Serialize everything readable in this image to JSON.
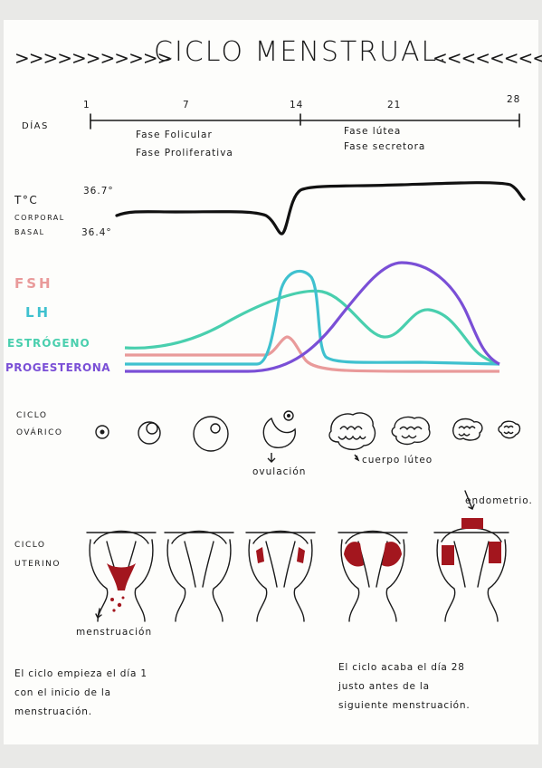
{
  "title": "CICLO MENSTRUAL.",
  "title_left_deco": ">>>>>>>>>>>",
  "title_right_deco": "<<<<<<<<",
  "timeline": {
    "label": "DÍAS",
    "ticks": [
      "1",
      "7",
      "14",
      "21",
      "28"
    ],
    "phase_follicular": [
      "Fase Folicular",
      "Fase Proliferativa"
    ],
    "phase_luteal": [
      "Fase lútea",
      "Fase secretora"
    ]
  },
  "temperature": {
    "label": [
      "T°C",
      "CORPORAL",
      "BASAL"
    ],
    "high": "36.7°",
    "low": "36.4°"
  },
  "hormones": {
    "fsh": {
      "label": "FSH",
      "color": "#e99a9a"
    },
    "lh": {
      "label": "LH",
      "color": "#3fc1cf"
    },
    "estrogen": {
      "label": "ESTRÓGENO",
      "color": "#49cfae"
    },
    "progesterone": {
      "label": "PROGESTERONA",
      "color": "#7a4fd6"
    }
  },
  "ovarian": {
    "label": [
      "CICLO",
      "OVÁRICO"
    ],
    "ovulation": "ovulación",
    "corpus": "cuerpo lúteo"
  },
  "uterine": {
    "label": [
      "CICLO",
      "UTERINO"
    ],
    "menstruation": "menstruación",
    "endometrium": "endometrio."
  },
  "notes": {
    "start": [
      "El ciclo empieza el día 1",
      "con el inicio de la",
      "menstruación."
    ],
    "end": [
      "El ciclo acaba el día 28",
      "justo antes de la",
      "siguiente menstruación."
    ]
  },
  "colors": {
    "blood": "#a3161e",
    "ink": "#1a1a1a"
  }
}
